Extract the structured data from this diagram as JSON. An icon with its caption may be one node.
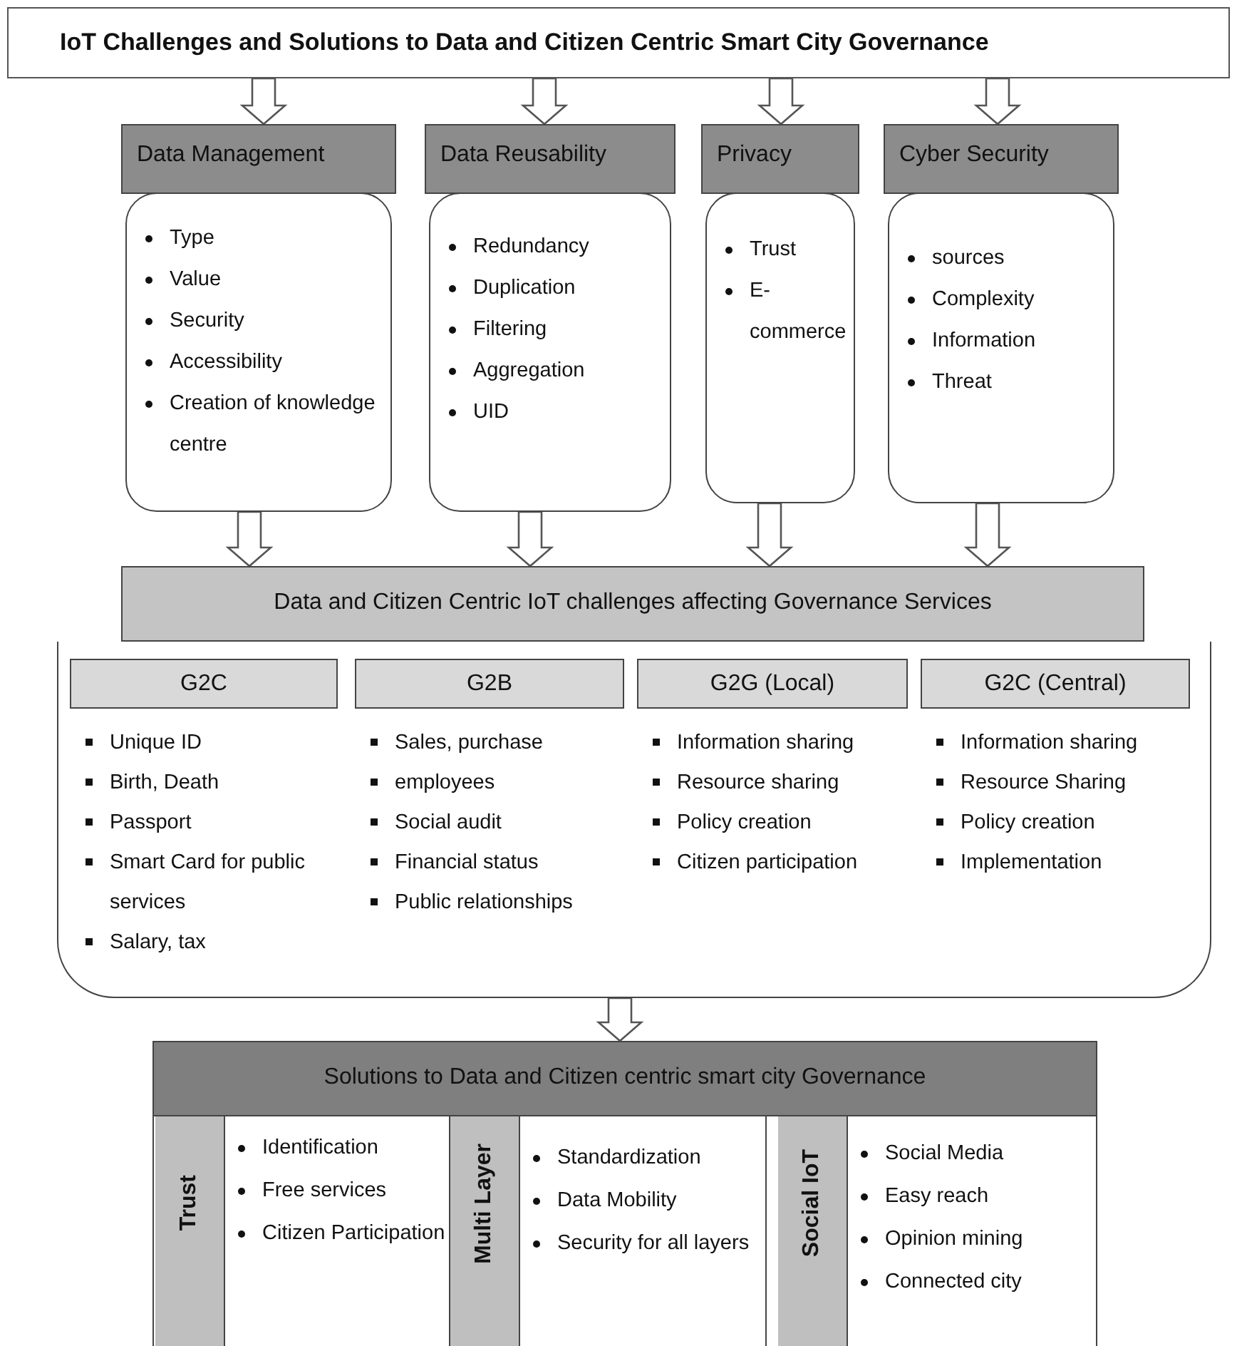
{
  "diagram": {
    "nodes": [
      {
        "text": [
          "IoT Challenges and Solutions to Data and Citizen Centric Smart City Governance"
        ]
      },
      {
        "text": [
          "Data Management",
          "Type",
          "Value",
          "Security",
          "Accessibility",
          "Creation of knowledge centre"
        ]
      },
      {
        "text": [
          "Data Reusability",
          "Redundancy",
          "Duplication",
          "Filtering",
          "Aggregation",
          "UID"
        ]
      },
      {
        "text": [
          "Privacy",
          "Trust",
          "E-commerce"
        ]
      },
      {
        "text": [
          "Cyber Security",
          "sources",
          "Complexity",
          "Information",
          "Threat"
        ]
      },
      {
        "text": [
          "Data and Citizen Centric IoT challenges affecting Governance Services"
        ]
      },
      {
        "text": [],
        "shape": "box"
      },
      {
        "text": [
          "G2C",
          "Unique ID",
          "Birth, Death",
          "Passport",
          "Smart Card for public services",
          "Salary, tax"
        ],
        "in": 6
      },
      {
        "text": [
          "G2B",
          "Sales, purchase",
          "employees",
          "Social audit",
          "Financial status",
          "Public relationships"
        ],
        "in": 6
      },
      {
        "text": [
          "G2G (Local)",
          "Information sharing",
          "Resource sharing",
          "Policy creation",
          "Citizen participation"
        ],
        "in": 6
      },
      {
        "text": [
          "G2C (Central)",
          "Information sharing",
          "Resource Sharing",
          "Policy creation",
          "Implementation"
        ],
        "in": 6
      },
      {
        "text": [
          "Solutions to Data and Citizen centric smart city Governance"
        ]
      },
      {
        "text": [
          "Trust",
          "Identification",
          "Free services",
          "Citizen Participation"
        ],
        "in": 11
      },
      {
        "text": [
          "Multi Layer",
          "Standardization",
          "Data Mobility",
          "Security for all layers"
        ],
        "in": 11
      },
      {
        "text": [
          "Social IoT",
          "Social Media",
          "Easy reach",
          "Opinion mining",
          "Connected city"
        ],
        "in": 11
      }
    ],
    "edges": [
      {
        "from": 0,
        "to": 1,
        "arrow": "to"
      },
      {
        "from": 0,
        "to": 2,
        "arrow": "to"
      },
      {
        "from": 0,
        "to": 3,
        "arrow": "to"
      },
      {
        "from": 0,
        "to": 4,
        "arrow": "to"
      },
      {
        "from": 1,
        "to": 5,
        "arrow": "to"
      },
      {
        "from": 2,
        "to": 5,
        "arrow": "to"
      },
      {
        "from": 3,
        "to": 5,
        "arrow": "to"
      },
      {
        "from": 4,
        "to": 5,
        "arrow": "to"
      },
      {
        "from": 6,
        "to": 11,
        "arrow": "to"
      }
    ]
  }
}
